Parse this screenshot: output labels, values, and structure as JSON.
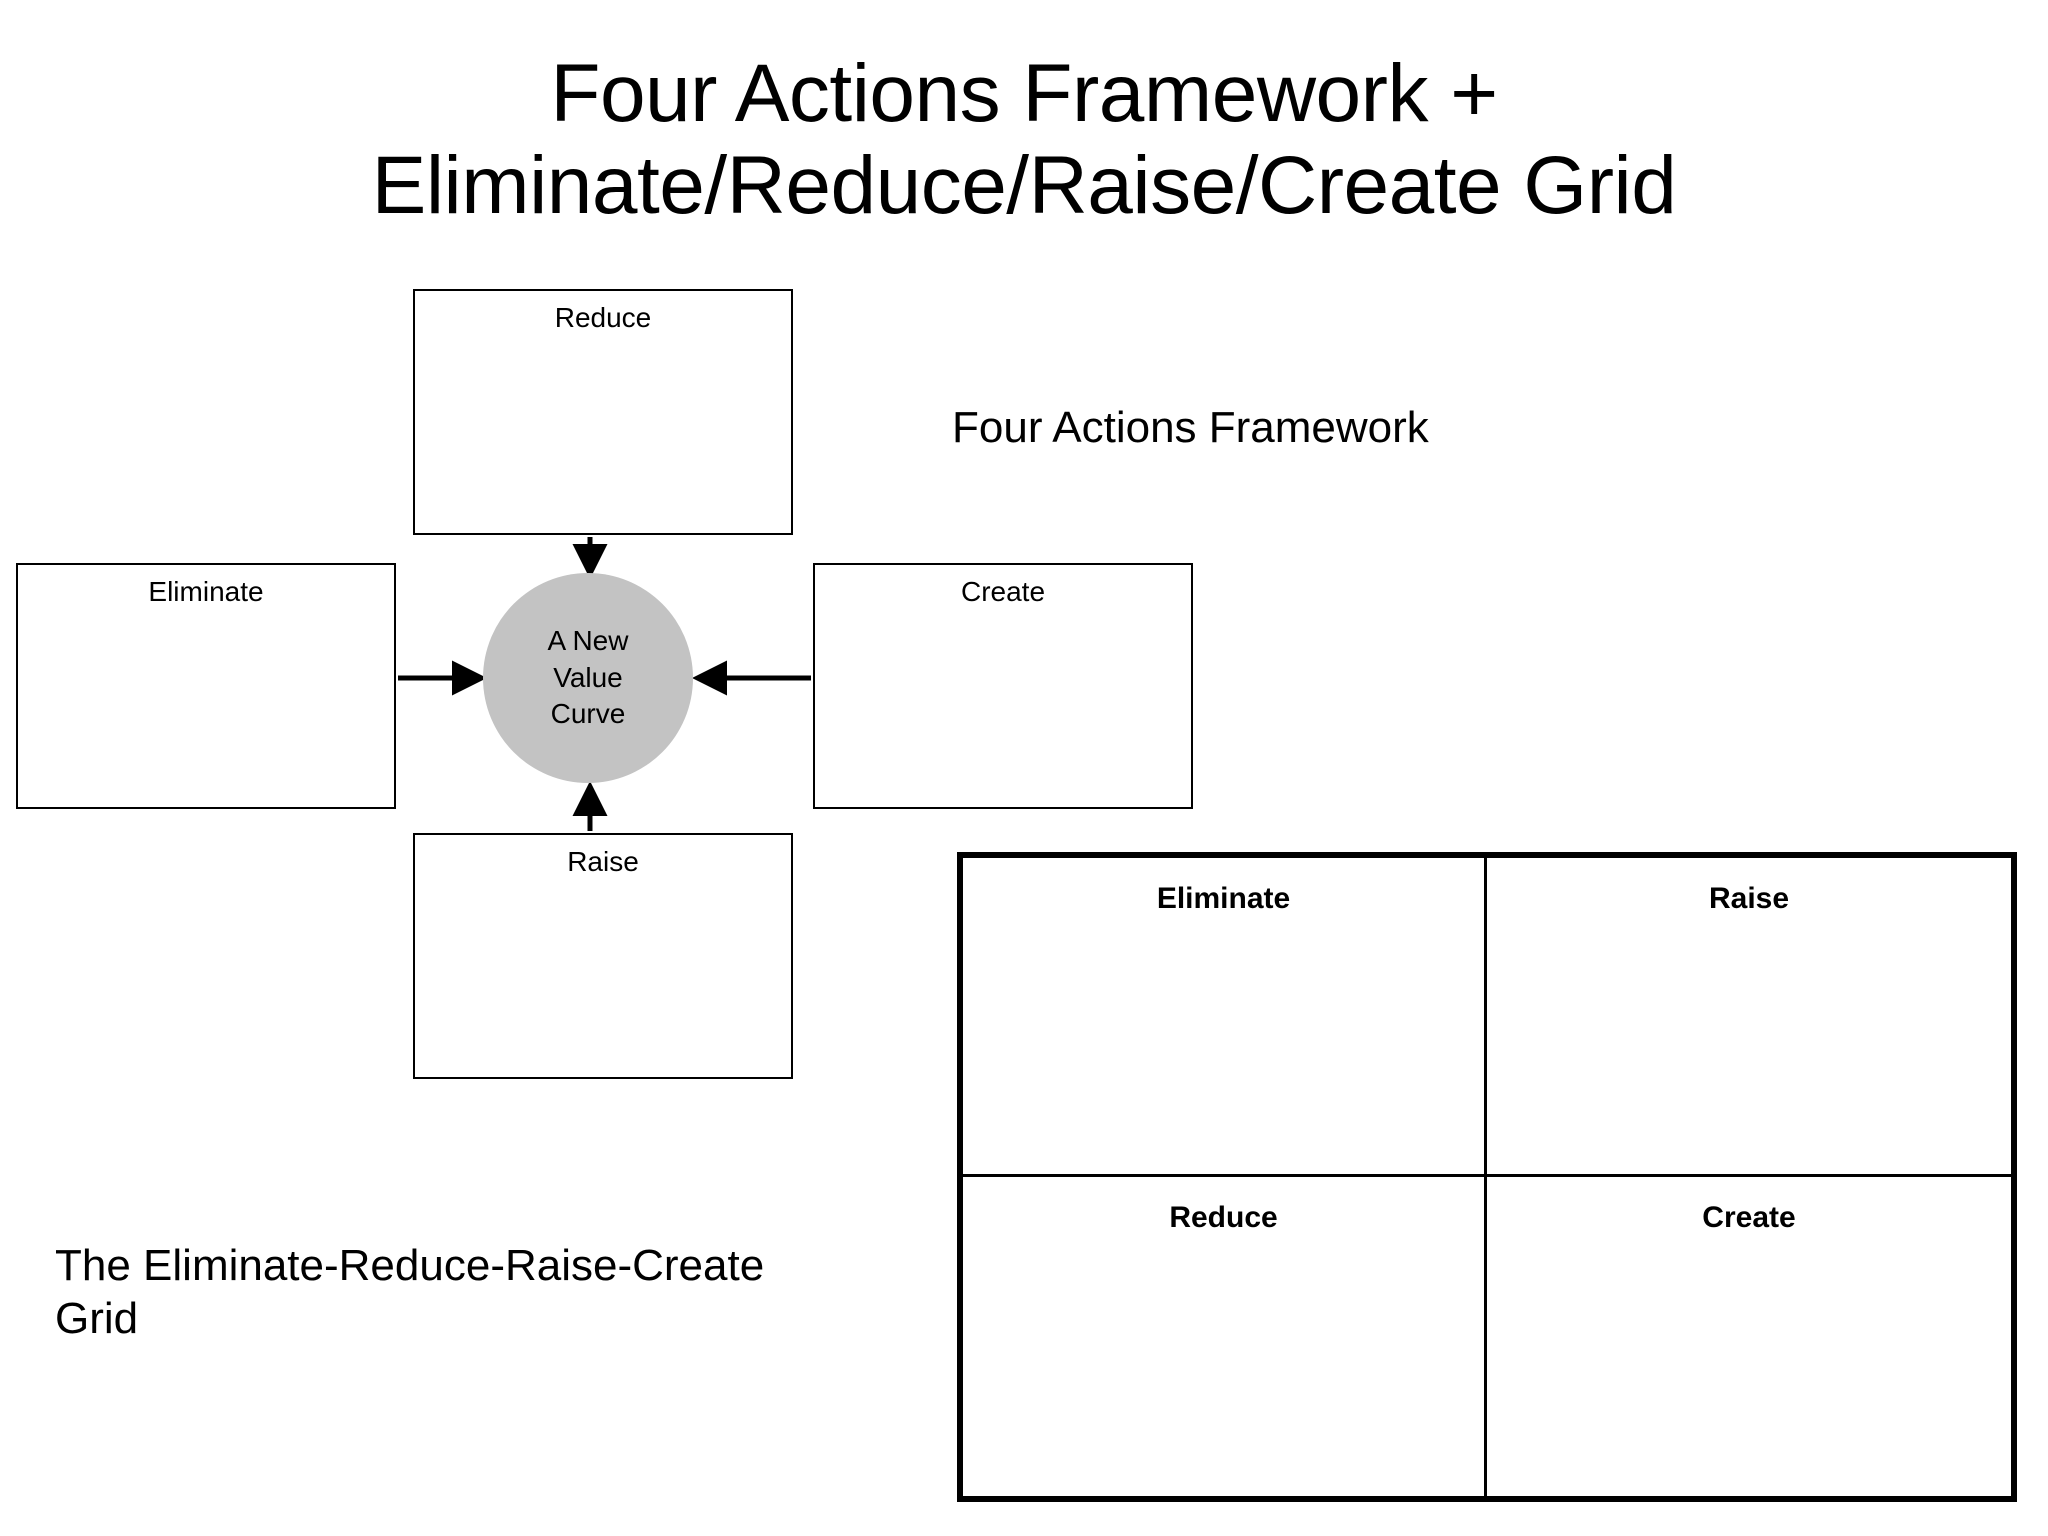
{
  "slide": {
    "title": "Four Actions Framework +\nEliminate/Reduce/Raise/Create Grid",
    "background_color": "#ffffff",
    "text_color": "#000000"
  },
  "four_actions_framework": {
    "section_label": "Four Actions Framework",
    "center": {
      "label": "A New\nValue\nCurve",
      "fill_color": "#c3c3c3",
      "shape": "circle"
    },
    "boxes": [
      {
        "key": "reduce",
        "label": "Reduce",
        "position": "top",
        "arrow": "down-into-circle"
      },
      {
        "key": "eliminate",
        "label": "Eliminate",
        "position": "left",
        "arrow": "right-into-circle"
      },
      {
        "key": "create",
        "label": "Create",
        "position": "right",
        "arrow": "left-into-circle"
      },
      {
        "key": "raise",
        "label": "Raise",
        "position": "bottom",
        "arrow": "up-into-circle"
      }
    ]
  },
  "errc_grid": {
    "section_label": "The Eliminate-Reduce-Raise-Create\nGrid",
    "cells": [
      {
        "key": "eliminate",
        "label": "Eliminate",
        "row": 0,
        "col": 0,
        "content": ""
      },
      {
        "key": "raise",
        "label": "Raise",
        "row": 0,
        "col": 1,
        "content": ""
      },
      {
        "key": "reduce",
        "label": "Reduce",
        "row": 1,
        "col": 0,
        "content": ""
      },
      {
        "key": "create",
        "label": "Create",
        "row": 1,
        "col": 1,
        "content": ""
      }
    ]
  }
}
